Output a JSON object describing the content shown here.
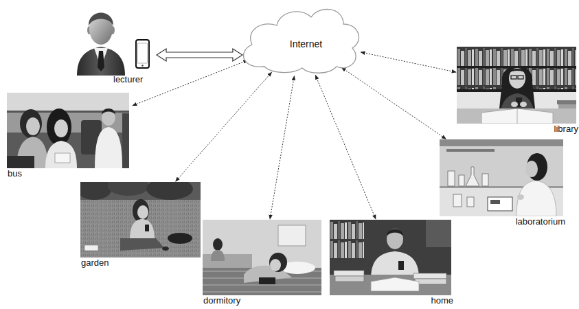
{
  "diagram": {
    "nodes": [
      {
        "text": [
          "lecturer"
        ]
      },
      {
        "text": [
          "Internet"
        ]
      },
      {
        "text": [
          "library"
        ]
      },
      {
        "text": [
          "bus"
        ]
      },
      {
        "text": [
          "laboratorium"
        ]
      },
      {
        "text": [
          "garden"
        ]
      },
      {
        "text": [
          "dormitory"
        ]
      },
      {
        "text": [
          "home"
        ]
      }
    ],
    "edges": [
      {
        "from": 0,
        "to": 1,
        "arrow": "both"
      },
      {
        "from": 1,
        "to": 2,
        "arrow": "both"
      },
      {
        "from": 1,
        "to": 3,
        "arrow": "both"
      },
      {
        "from": 1,
        "to": 4,
        "arrow": "both"
      },
      {
        "from": 1,
        "to": 5,
        "arrow": "both"
      },
      {
        "from": 1,
        "to": 6,
        "arrow": "both"
      },
      {
        "from": 1,
        "to": 7,
        "arrow": "both"
      }
    ]
  }
}
